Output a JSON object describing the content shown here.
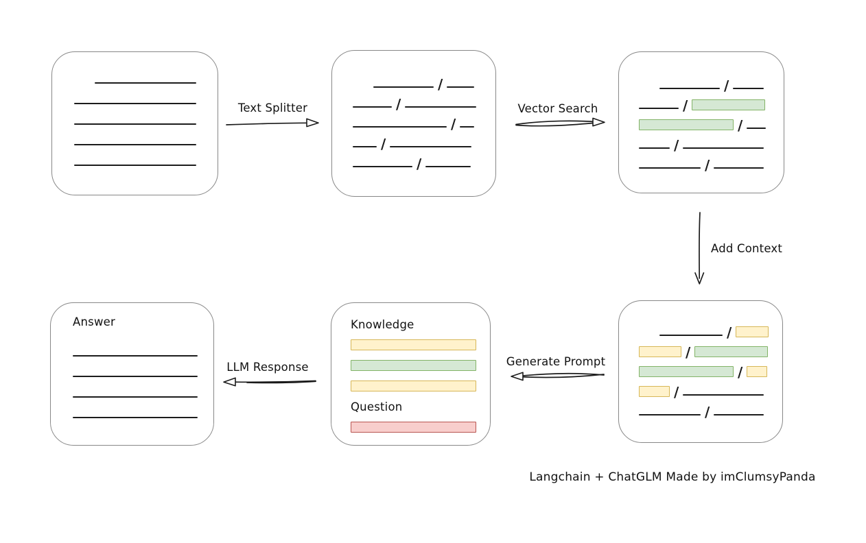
{
  "caption": "Langchain + ChatGLM Made by imClumsyPanda",
  "labels": {
    "text_splitter": "Text Splitter",
    "vector_search": "Vector Search",
    "add_context": "Add Context",
    "generate_prompt": "Generate Prompt",
    "llm_response": "LLM Response"
  },
  "colors": {
    "stroke": "#1b1b1b",
    "box_border": "#878787",
    "green_fill": "#d5e8d4",
    "green_border": "#82b366",
    "yellow_fill": "#fff2cc",
    "yellow_border": "#d6b656",
    "red_fill": "#f8cecc",
    "red_border": "#b85450"
  },
  "boxes": {
    "document": {
      "rows": [
        {
          "indent": 30,
          "parts": [
            {
              "kind": "line",
              "w": 148
            }
          ]
        },
        {
          "parts": [
            {
              "kind": "line",
              "w": 178
            }
          ]
        },
        {
          "parts": [
            {
              "kind": "line",
              "w": 178
            }
          ]
        },
        {
          "parts": [
            {
              "kind": "line",
              "w": 178
            }
          ]
        },
        {
          "parts": [
            {
              "kind": "line",
              "w": 178
            }
          ]
        }
      ]
    },
    "chunks": {
      "rows": [
        {
          "indent": 30,
          "parts": [
            {
              "kind": "line",
              "w": 88
            },
            {
              "kind": "slash"
            },
            {
              "kind": "line",
              "w": 40
            }
          ]
        },
        {
          "parts": [
            {
              "kind": "line",
              "w": 57
            },
            {
              "kind": "slash"
            },
            {
              "kind": "line",
              "w": 104
            }
          ]
        },
        {
          "parts": [
            {
              "kind": "line",
              "w": 137
            },
            {
              "kind": "slash"
            },
            {
              "kind": "line",
              "w": 21
            }
          ]
        },
        {
          "parts": [
            {
              "kind": "line",
              "w": 35
            },
            {
              "kind": "slash"
            },
            {
              "kind": "line",
              "w": 119
            }
          ]
        },
        {
          "parts": [
            {
              "kind": "line",
              "w": 87
            },
            {
              "kind": "slash"
            },
            {
              "kind": "line",
              "w": 66
            }
          ]
        }
      ]
    },
    "search": {
      "rows": [
        {
          "indent": 30,
          "parts": [
            {
              "kind": "line",
              "w": 88
            },
            {
              "kind": "slash"
            },
            {
              "kind": "line",
              "w": 45
            }
          ]
        },
        {
          "parts": [
            {
              "kind": "line",
              "w": 58
            },
            {
              "kind": "slash"
            },
            {
              "kind": "bar",
              "color": "green",
              "w": 107
            }
          ]
        },
        {
          "parts": [
            {
              "kind": "bar",
              "color": "green",
              "w": 138
            },
            {
              "kind": "slash"
            },
            {
              "kind": "line",
              "w": 28
            }
          ]
        },
        {
          "parts": [
            {
              "kind": "line",
              "w": 45
            },
            {
              "kind": "slash"
            },
            {
              "kind": "line",
              "w": 118
            }
          ]
        },
        {
          "parts": [
            {
              "kind": "line",
              "w": 90
            },
            {
              "kind": "slash"
            },
            {
              "kind": "line",
              "w": 73
            }
          ]
        }
      ]
    },
    "context": {
      "rows": [
        {
          "indent": 30,
          "parts": [
            {
              "kind": "line",
              "w": 92
            },
            {
              "kind": "slash"
            },
            {
              "kind": "bar",
              "color": "yellow",
              "w": 48
            }
          ]
        },
        {
          "parts": [
            {
              "kind": "bar",
              "color": "yellow",
              "w": 62
            },
            {
              "kind": "slash"
            },
            {
              "kind": "bar",
              "color": "green",
              "w": 107
            }
          ]
        },
        {
          "parts": [
            {
              "kind": "bar",
              "color": "green",
              "w": 138
            },
            {
              "kind": "slash"
            },
            {
              "kind": "bar",
              "color": "yellow",
              "w": 30
            }
          ]
        },
        {
          "parts": [
            {
              "kind": "bar",
              "color": "yellow",
              "w": 45
            },
            {
              "kind": "slash"
            },
            {
              "kind": "line",
              "w": 118
            }
          ]
        },
        {
          "parts": [
            {
              "kind": "line",
              "w": 90
            },
            {
              "kind": "slash"
            },
            {
              "kind": "line",
              "w": 73
            }
          ]
        }
      ]
    },
    "prompt": {
      "rows": [
        {
          "parts": [
            {
              "kind": "title",
              "text": "Knowledge"
            }
          ]
        },
        {
          "parts": [
            {
              "kind": "bar",
              "color": "yellow",
              "w": 183
            }
          ]
        },
        {
          "parts": [
            {
              "kind": "bar",
              "color": "green",
              "w": 183
            }
          ]
        },
        {
          "parts": [
            {
              "kind": "bar",
              "color": "yellow",
              "w": 183
            }
          ]
        },
        {
          "parts": [
            {
              "kind": "title",
              "text": "Question"
            }
          ]
        },
        {
          "parts": [
            {
              "kind": "bar",
              "color": "red",
              "w": 183
            }
          ]
        }
      ]
    },
    "answer": {
      "rows": [
        {
          "parts": [
            {
              "kind": "title",
              "text": "Answer"
            }
          ]
        },
        {
          "parts": [
            {
              "kind": "line",
              "w": 182
            }
          ]
        },
        {
          "parts": [
            {
              "kind": "line",
              "w": 182
            }
          ]
        },
        {
          "parts": [
            {
              "kind": "line",
              "w": 182
            }
          ]
        },
        {
          "parts": [
            {
              "kind": "line",
              "w": 182
            }
          ]
        }
      ]
    }
  }
}
